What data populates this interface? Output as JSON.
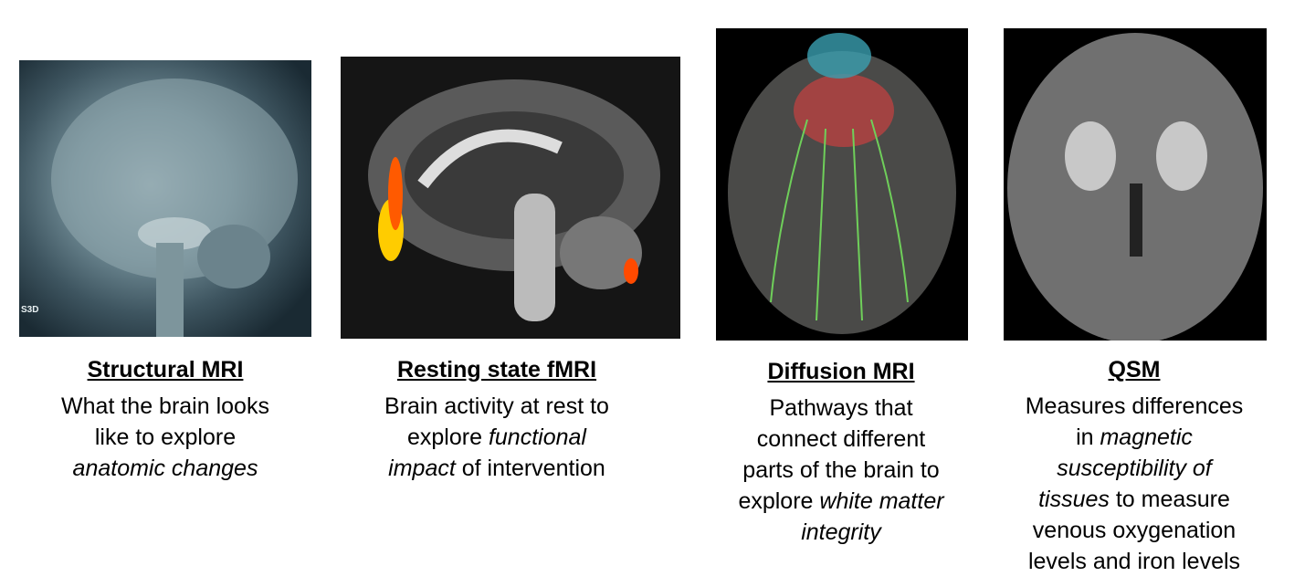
{
  "panels": [
    {
      "title": "Structural MRI",
      "image_label": "S3D",
      "lines": [
        [
          "What the brain looks",
          ""
        ],
        [
          "like to explore",
          ""
        ],
        [
          "",
          "anatomic changes"
        ]
      ]
    },
    {
      "title": "Resting state fMRI",
      "lines": [
        [
          "Brain activity at rest to",
          ""
        ],
        [
          "explore ",
          "functional"
        ],
        [
          "",
          "impact",
          " of intervention"
        ]
      ]
    },
    {
      "title": "Diffusion MRI",
      "lines": [
        [
          "Pathways that",
          ""
        ],
        [
          "connect different",
          ""
        ],
        [
          "parts of the brain to",
          ""
        ],
        [
          "explore ",
          "white matter"
        ],
        [
          "",
          "integrity"
        ]
      ]
    },
    {
      "title": "QSM",
      "lines": [
        [
          "Measures differences",
          ""
        ],
        [
          "in ",
          "magnetic"
        ],
        [
          "",
          "susceptibility of"
        ],
        [
          "",
          "tissues",
          " to measure"
        ],
        [
          "venous oxygenation",
          ""
        ],
        [
          "levels and iron levels",
          ""
        ]
      ]
    }
  ]
}
